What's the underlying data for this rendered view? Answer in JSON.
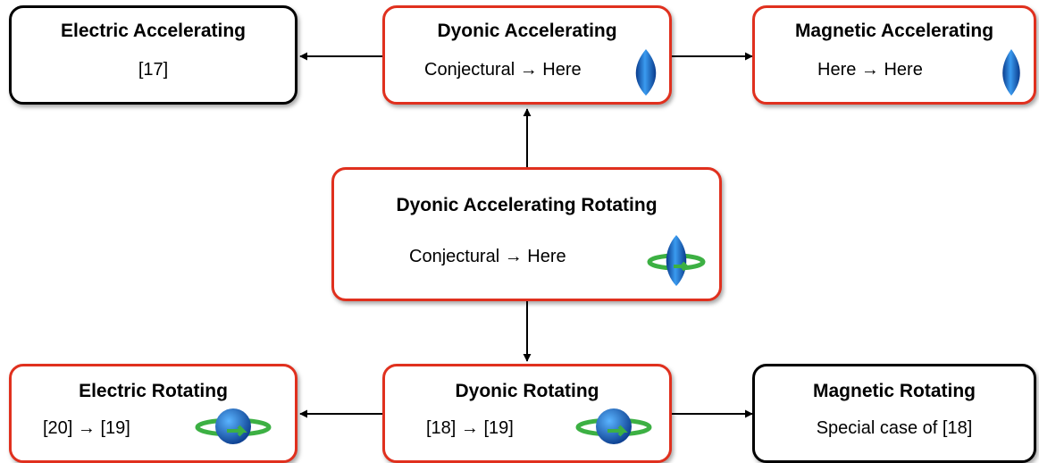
{
  "boxes": {
    "electric_accelerating": {
      "title": "Electric Accelerating",
      "text": "[17]"
    },
    "dyonic_accelerating": {
      "title": "Dyonic Accelerating",
      "text": "Conjectural → Here",
      "icon": "lens-shape-icon"
    },
    "magnetic_accelerating": {
      "title": "Magnetic Accelerating",
      "text": "Here → Here",
      "icon": "lens-shape-icon"
    },
    "dyonic_accelerating_rotating": {
      "title": "Dyonic Accelerating Rotating",
      "text": "Conjectural → Here",
      "icon": "rotating-lens-icon"
    },
    "electric_rotating": {
      "title": "Electric Rotating",
      "text": "[20] → [19]",
      "icon": "rotating-sphere-icon"
    },
    "dyonic_rotating": {
      "title": "Dyonic Rotating",
      "text": "[18] → [19]",
      "icon": "rotating-sphere-icon"
    },
    "magnetic_rotating": {
      "title": "Magnetic Rotating",
      "text": "Special case of [18]"
    }
  },
  "colors": {
    "highlight_border": "#e0301e",
    "plain_border": "#000000",
    "icon_blue": "#1e6fd0",
    "ring_green": "#3cb043"
  }
}
